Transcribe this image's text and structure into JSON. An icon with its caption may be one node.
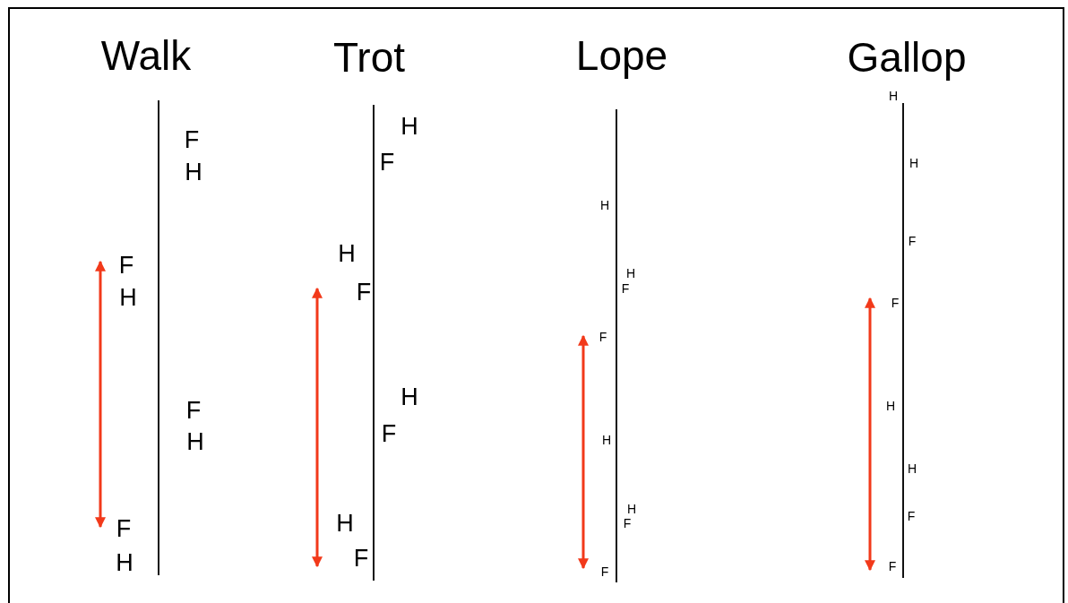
{
  "diagram": {
    "labels": [
      "Walk",
      "F",
      "H",
      "F",
      "H",
      "F",
      "H",
      "F",
      "H",
      "Trot",
      "H",
      "F",
      "H",
      "F",
      "H",
      "F",
      "H",
      "F",
      "Lope",
      "H",
      "H",
      "F",
      "F",
      "H",
      "H",
      "F",
      "F",
      "Gallop",
      "H",
      "H",
      "F",
      "F",
      "H",
      "H",
      "F",
      "F"
    ]
  }
}
